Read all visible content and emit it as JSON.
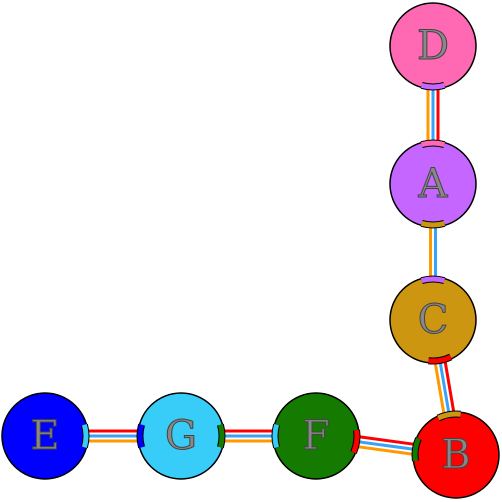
{
  "diagram": {
    "nodes": [
      {
        "id": "D",
        "label": "D",
        "color": "#ff69b4"
      },
      {
        "id": "A",
        "label": "A",
        "color": "#c466ff"
      },
      {
        "id": "C",
        "label": "C",
        "color": "#cc9611"
      },
      {
        "id": "B",
        "label": "B",
        "color": "#ff0000"
      },
      {
        "id": "F",
        "label": "F",
        "color": "#147b00"
      },
      {
        "id": "G",
        "label": "G",
        "color": "#37cdf8"
      },
      {
        "id": "E",
        "label": "E",
        "color": "#0000ff"
      }
    ],
    "edges": [
      {
        "from": "D",
        "to": "A",
        "colors": [
          "#ff0000",
          "#37a4f8",
          "#ff9900"
        ]
      },
      {
        "from": "A",
        "to": "C",
        "colors": [
          "#37a4f8",
          "#ff9900"
        ]
      },
      {
        "from": "C",
        "to": "B",
        "colors": [
          "#ff0000",
          "#37a4f8",
          "#ff9900"
        ]
      },
      {
        "from": "F",
        "to": "B",
        "colors": [
          "#ff0000",
          "#37a4f8",
          "#ff9900"
        ]
      },
      {
        "from": "G",
        "to": "F",
        "colors": [
          "#ff0000",
          "#37a4f8",
          "#ff9900"
        ]
      },
      {
        "from": "E",
        "to": "G",
        "colors": [
          "#ff0000",
          "#37a4f8",
          "#ff9900"
        ]
      }
    ]
  }
}
